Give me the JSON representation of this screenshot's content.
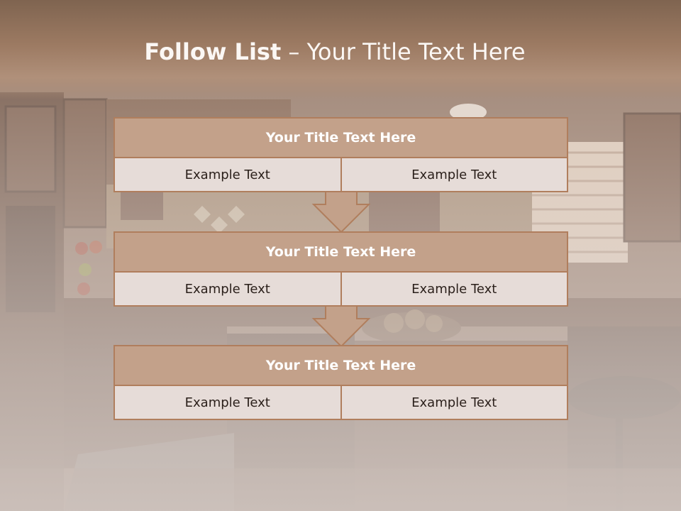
{
  "slide": {
    "title_bold": "Follow List",
    "title_rest": "– Your Title Text Here"
  },
  "steps": [
    {
      "title": "Your Title Text Here",
      "left": "Example Text",
      "right": "Example Text"
    },
    {
      "title": "Your Title Text Here",
      "left": "Example Text",
      "right": "Example Text"
    },
    {
      "title": "Your Title Text Here",
      "left": "Example Text",
      "right": "Example Text"
    }
  ],
  "colors": {
    "header_band": "#9c7a62",
    "block_title_fill": "#c3a18a",
    "block_border": "#b07e5d",
    "cell_fill": "#e6dcd8",
    "arrow_fill": "#c3a18a"
  }
}
